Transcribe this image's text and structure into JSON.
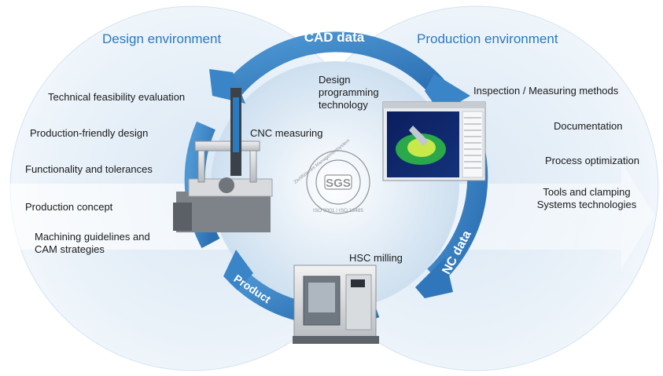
{
  "headers": {
    "design": "Design environment",
    "production": "Production environment"
  },
  "arrows": {
    "cad": "CAD data",
    "nc": "NC data",
    "product": "Product"
  },
  "design_items": [
    "Technical feasibility evaluation",
    "Production-friendly design",
    "Functionality and tolerances",
    "Production concept",
    "Machining guidelines and\nCAM strategies"
  ],
  "production_items": [
    "Inspection / Measuring methods",
    "Documentation",
    "Process optimization",
    "Tools and clamping\nSystems technologies"
  ],
  "center_labels": {
    "design_prog": "Design\nprogramming\ntechnology",
    "cnc": "CNC measuring",
    "hsc": "HSC milling"
  },
  "seal": {
    "top": "Zertifiziertes Managementsystem",
    "center": "SGS",
    "bottom": "ISO 9001 / ISO 13485"
  },
  "colors": {
    "circle_light": "#eef4fa",
    "circle_mid": "#cfe0f0",
    "ring_blue": "#3b87c8",
    "header_blue": "#2a7ac0"
  }
}
